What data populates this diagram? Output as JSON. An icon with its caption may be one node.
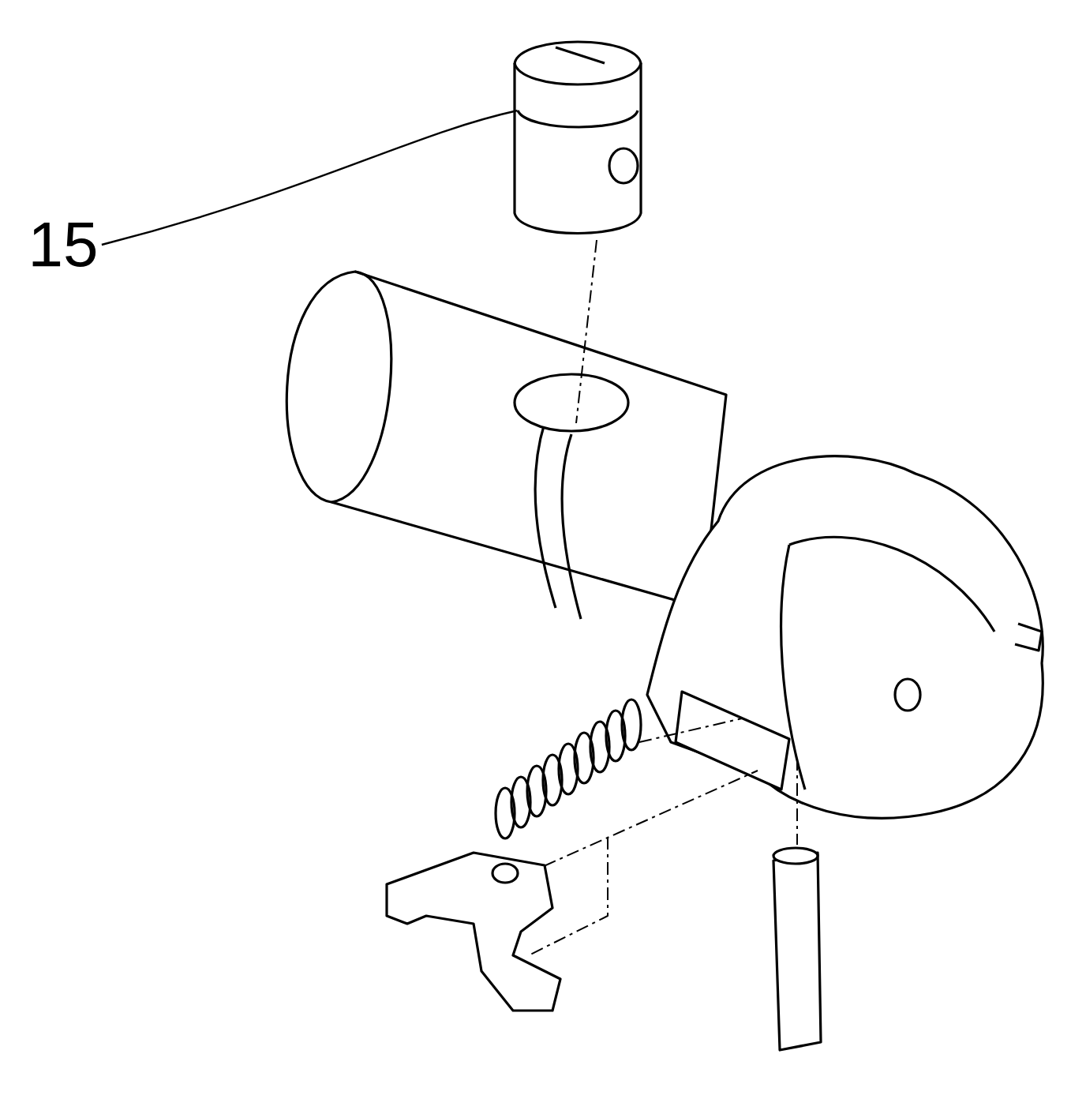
{
  "diagram": {
    "nodes": [
      {
        "text": [
          "15"
        ]
      },
      {
        "text": [],
        "shape": "picture"
      }
    ],
    "edges": [
      {
        "from": 0,
        "to": 1,
        "arrow": "none"
      }
    ]
  }
}
